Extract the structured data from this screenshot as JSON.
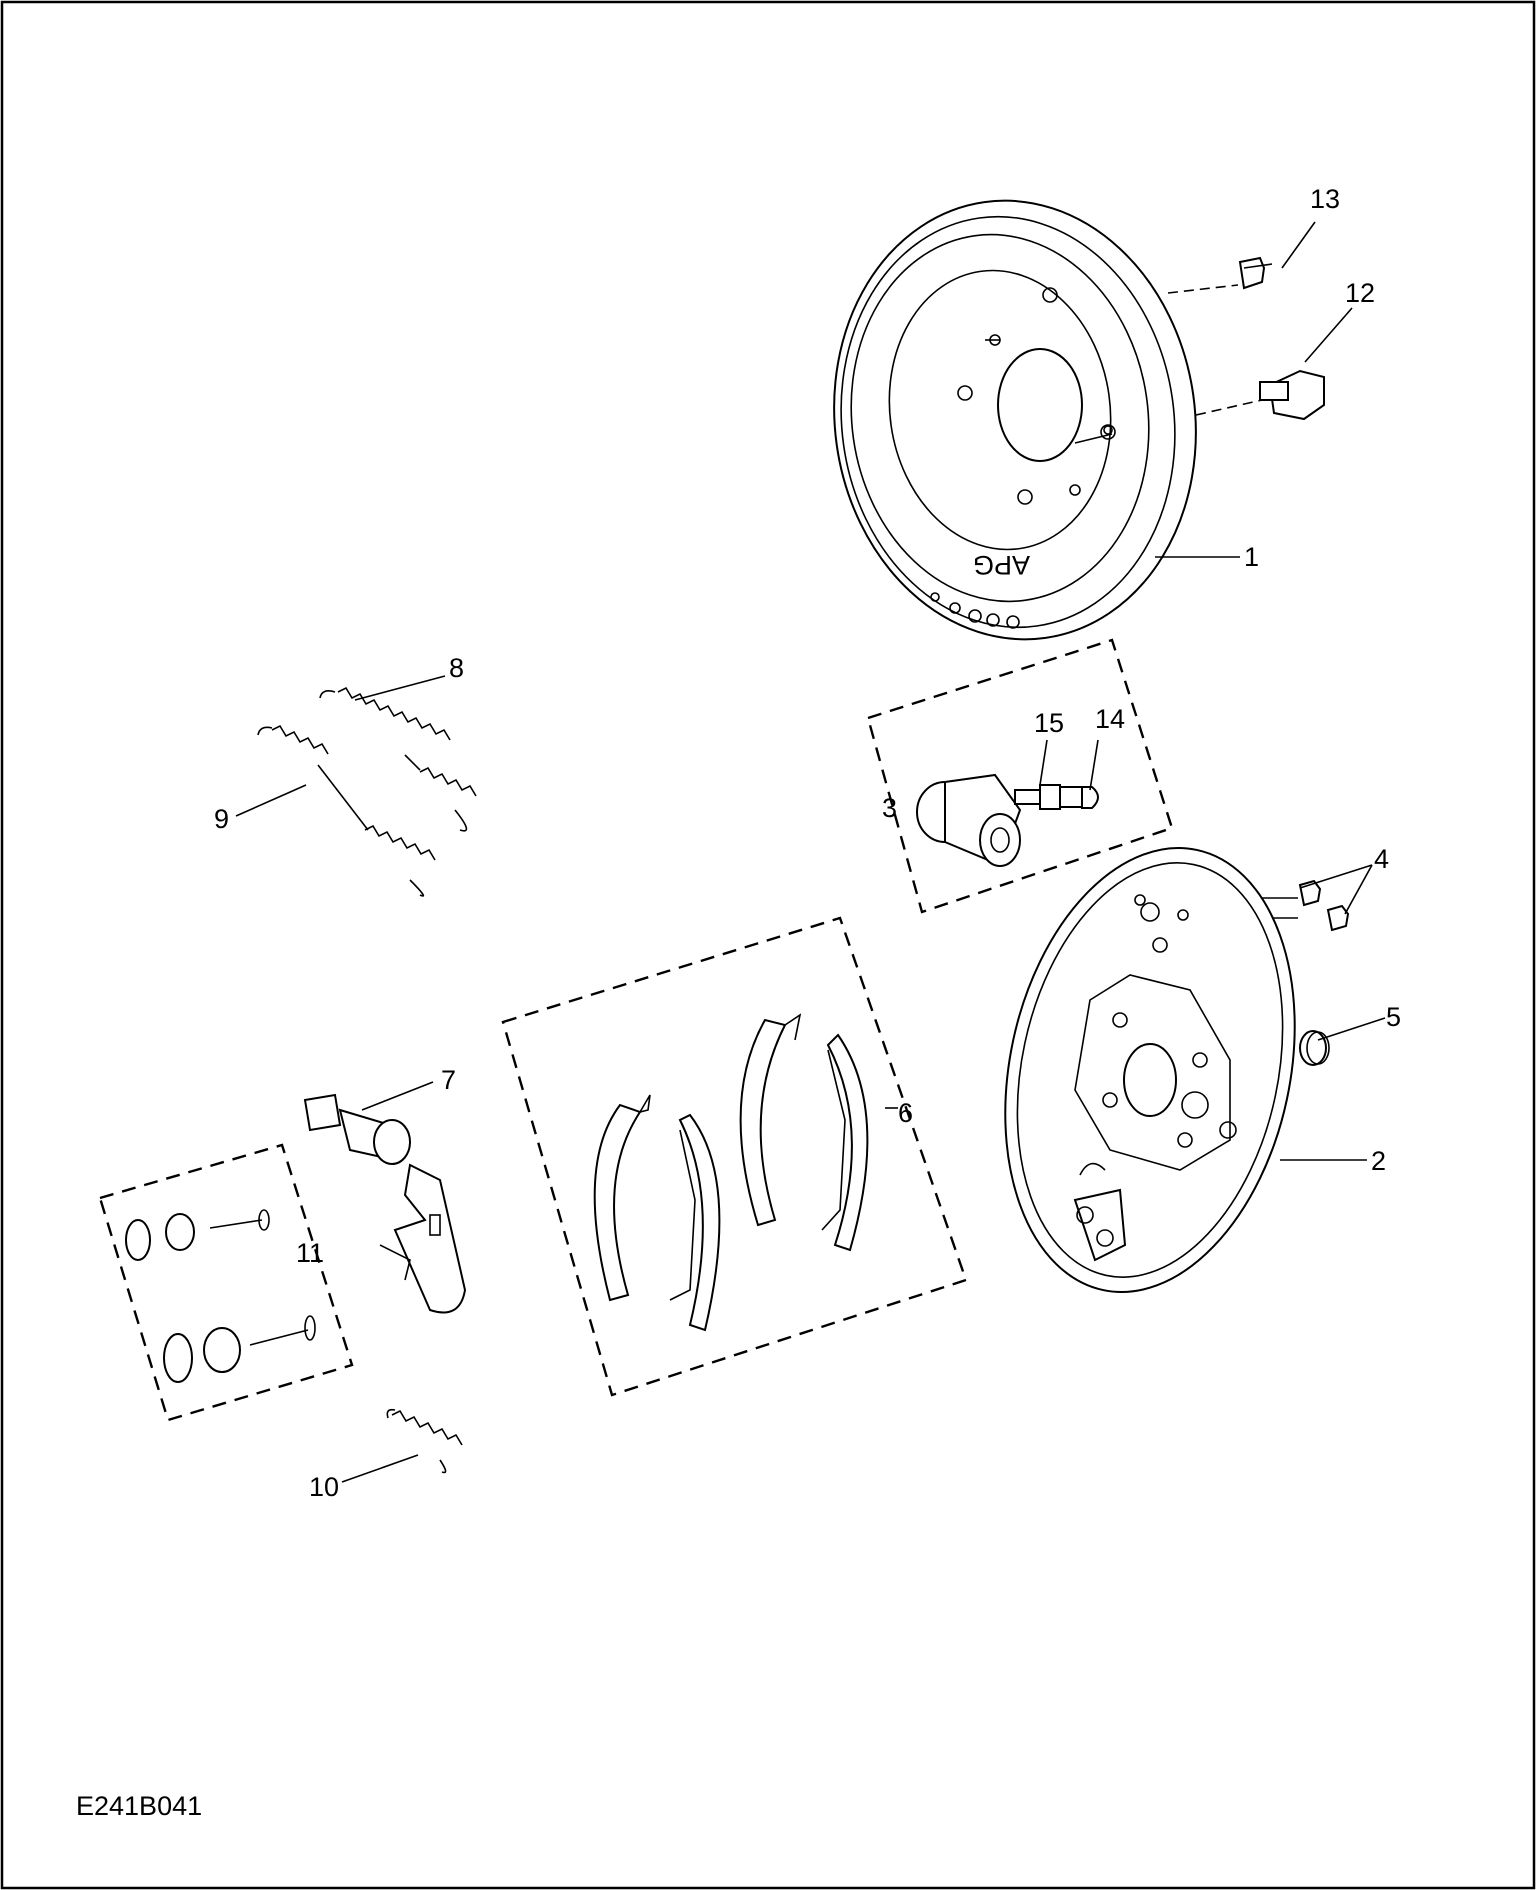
{
  "figure": {
    "reference_code": "E241B041",
    "callouts": [
      {
        "id": "1",
        "label": "1"
      },
      {
        "id": "2",
        "label": "2"
      },
      {
        "id": "3",
        "label": "3"
      },
      {
        "id": "4",
        "label": "4"
      },
      {
        "id": "5",
        "label": "5"
      },
      {
        "id": "6",
        "label": "6"
      },
      {
        "id": "7",
        "label": "7"
      },
      {
        "id": "8",
        "label": "8"
      },
      {
        "id": "9",
        "label": "9"
      },
      {
        "id": "10",
        "label": "10"
      },
      {
        "id": "11",
        "label": "11"
      },
      {
        "id": "12",
        "label": "12"
      },
      {
        "id": "13",
        "label": "13"
      },
      {
        "id": "14",
        "label": "14"
      },
      {
        "id": "15",
        "label": "15"
      }
    ],
    "drum_marking": "APG"
  }
}
